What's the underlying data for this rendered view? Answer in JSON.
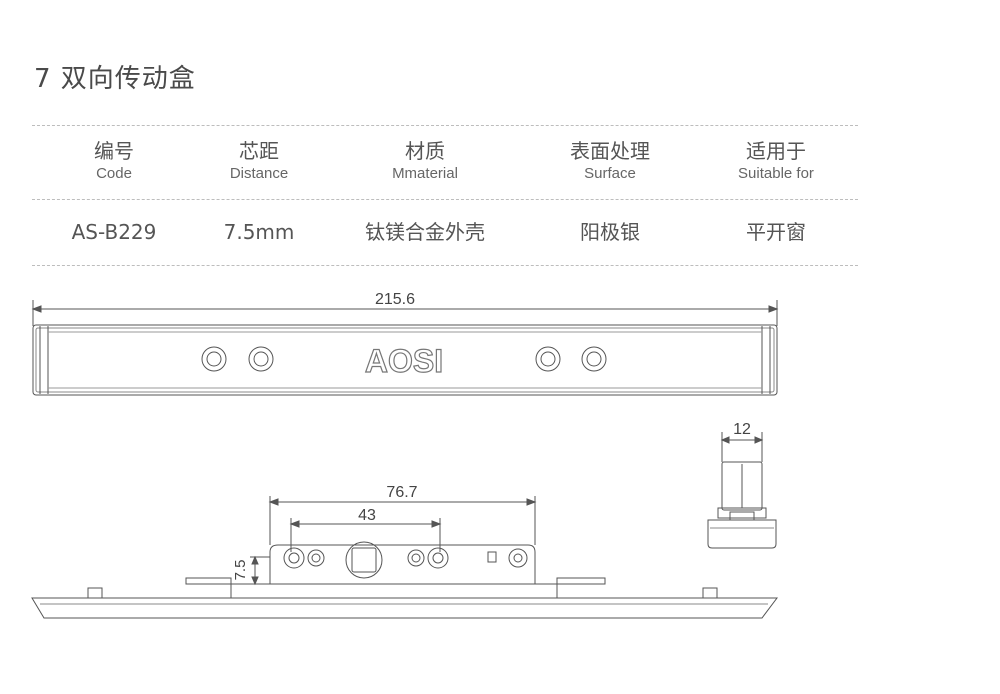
{
  "title": "7 双向传动盒",
  "table": {
    "headers": [
      {
        "zh": "编号",
        "en": "Code"
      },
      {
        "zh": "芯距",
        "en": "Distance"
      },
      {
        "zh": "材质",
        "en": "Mmaterial"
      },
      {
        "zh": "表面处理",
        "en": "Surface"
      },
      {
        "zh": "适用于",
        "en": "Suitable for"
      }
    ],
    "row": [
      "AS-B229",
      "7.5mm",
      "钛镁合金外壳",
      "阳极银",
      "平开窗"
    ]
  },
  "drawing": {
    "dim_total": "215.6",
    "logo": "AOSI",
    "dim_width": "12",
    "dim_outer": "76.7",
    "dim_inner": "43",
    "dim_offset": "7.5"
  }
}
